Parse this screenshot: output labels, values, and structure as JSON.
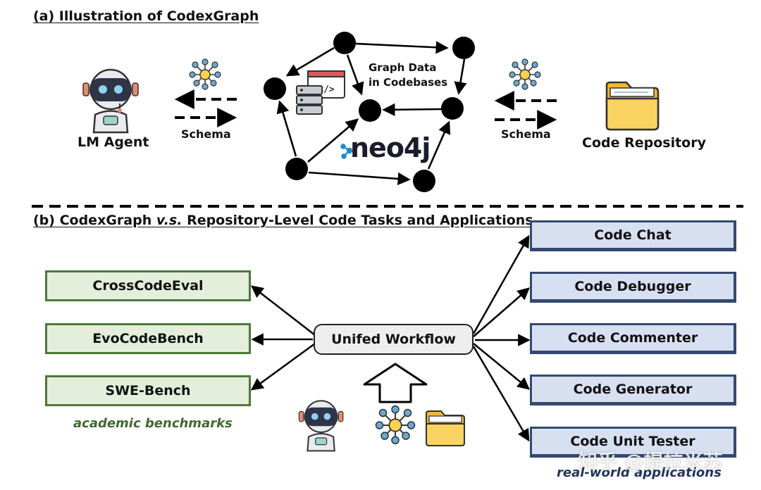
{
  "section_a": {
    "title": "(a) Illustration of CodexGraph"
  },
  "section_b": {
    "title_prefix": "(b) CodexGraph ",
    "title_italic": "v.s.",
    "title_suffix": " Repository-Level Code Tasks and Applications"
  },
  "agent": {
    "label": "LM Agent"
  },
  "repo": {
    "label": "Code Repository"
  },
  "schema_left": "Schema",
  "schema_right": "Schema",
  "graph": {
    "label_line1": "Graph Data",
    "label_line2": "in Codebases",
    "brand": "neo4j"
  },
  "benchmarks": {
    "items": [
      "CrossCodeEval",
      "EvoCodeBench",
      "SWE-Bench"
    ],
    "caption": "academic benchmarks"
  },
  "workflow": {
    "label": "Unifed Workflow"
  },
  "applications": {
    "items": [
      "Code Chat",
      "Code Debugger",
      "Code Commenter",
      "Code Generator",
      "Code Unit Tester"
    ],
    "caption": "real-world applications"
  },
  "watermark": "知乎 @提拉米苏",
  "colors": {
    "benchmark_fill": "#e3eedb",
    "benchmark_border": "#4d7a37",
    "app_fill": "#d7e0f1",
    "app_border": "#34496f",
    "folder": "#f7c948",
    "robot_accent": "#e8896a",
    "hub_icon": "#6aa8cf"
  }
}
